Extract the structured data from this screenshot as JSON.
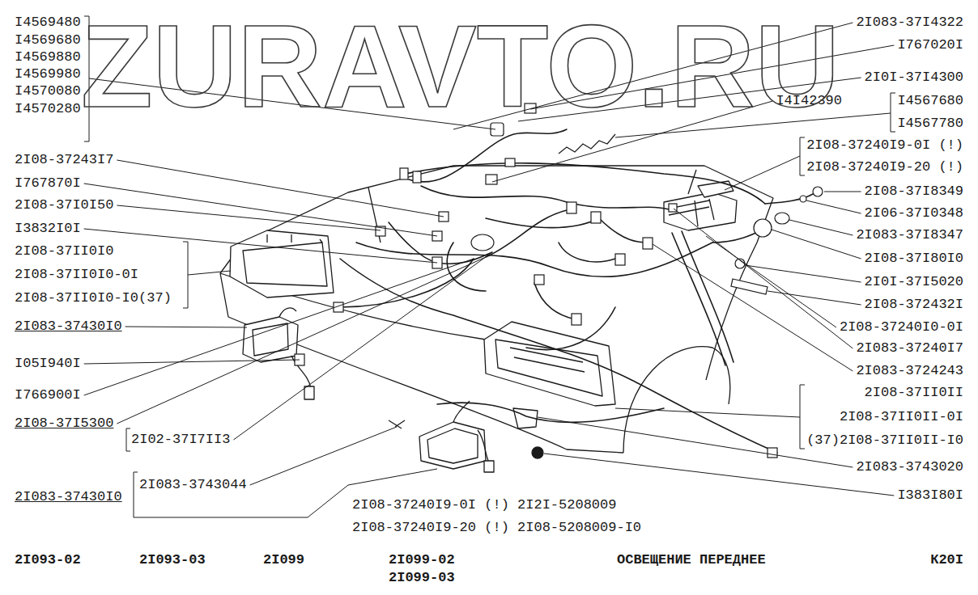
{
  "diagram": {
    "title": "ОСВЕЩЕНИЕ ПЕРЕДНЕЕ",
    "labels": [
      "I4569480",
      "I4569680",
      "I4569880",
      "I4569980",
      "I4570080",
      "I4570280",
      "2I08-37243I7",
      "I767870I",
      "2I08-37I0I50",
      "I3832I0I",
      "2I08-37II0I0",
      "2I08-37II0I0-0I",
      "2I08-37II0I0-I0(37)",
      "2I083-37430I0",
      "I05I940I",
      "I766900I",
      "2I08-37I5300",
      "2I02-37I7II3",
      "2I083-3743044",
      "2I083-37430I0",
      "2I08-37240I9-0I (!) 2I2I-5208009",
      "2I08-37240I9-20 (!) 2I08-5208009-I0",
      "2I083-37I4322",
      "I767020I",
      "2I0I-37I4300",
      "I4I42390",
      "I4567680",
      "I4567780",
      "2I08-37240I9-0I (!)",
      "2I08-37240I9-20 (!)",
      "2I08-37I8349",
      "2I06-37I0348",
      "2I083-37I8347",
      "2I08-37I80I0",
      "2I0I-37I5020",
      "2I08-372432I",
      "2I08-37240I0-0I",
      "2I083-37240I7",
      "2I083-3724243",
      "2I08-37II0II",
      "2I08-37II0II-0I",
      "(37)2I08-37II0II-I0",
      "2I083-3743020",
      "I383I80I",
      "2I093-02",
      "2I093-03",
      "2I099",
      "2I099-02",
      "2I099-03",
      "К20I",
      "ZURAVTO.RU"
    ]
  }
}
